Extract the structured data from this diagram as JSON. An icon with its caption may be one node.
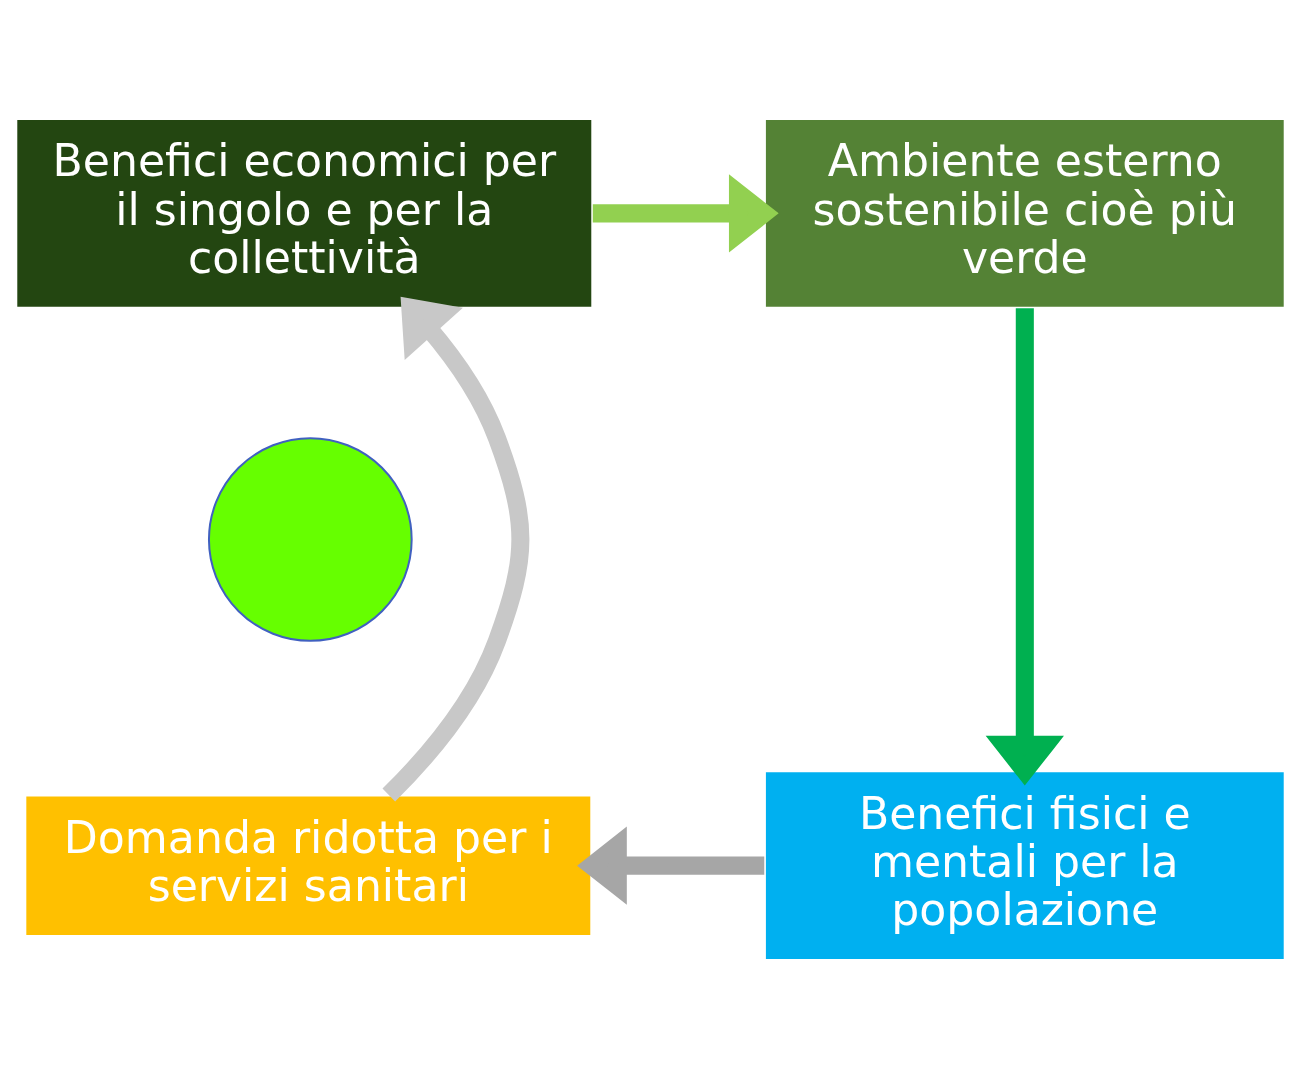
{
  "diagram": {
    "nodes": [
      {
        "text": [
          "Benefici economici per il singolo e per la collettività"
        ]
      },
      {
        "text": [
          "Ambiente esterno sostenibile cioè più verde"
        ]
      },
      {
        "text": [
          "Benefici fisici e mentali per la popolazione"
        ]
      },
      {
        "text": [
          "Domanda ridotta per i servizi sanitari"
        ]
      },
      {
        "text": [],
        "shape": "circle"
      }
    ],
    "edges": [
      {
        "from": 0,
        "to": 1,
        "arrow": "to",
        "color": "#92d050"
      },
      {
        "from": 1,
        "to": 2,
        "arrow": "to",
        "color": "#00b050"
      },
      {
        "from": 2,
        "to": 3,
        "arrow": "to",
        "color": "#a6a6a6"
      },
      {
        "from": 3,
        "to": 0,
        "arrow": "to",
        "color": "#c8c8c8"
      }
    ]
  }
}
